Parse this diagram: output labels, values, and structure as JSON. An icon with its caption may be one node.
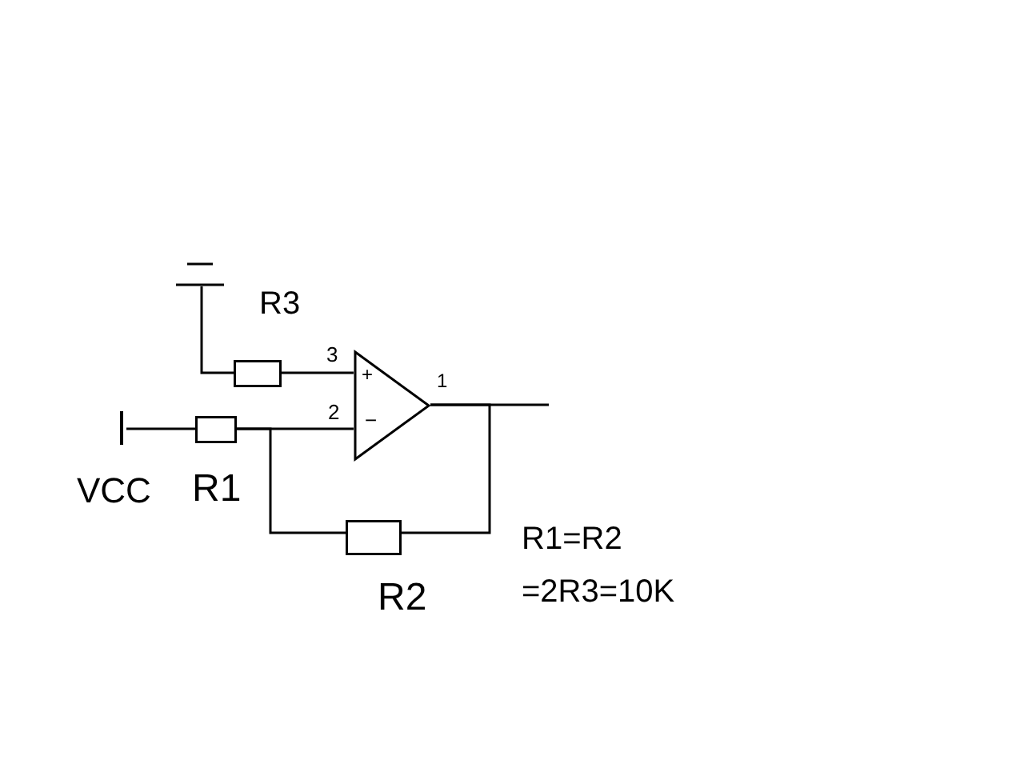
{
  "diagram": {
    "nodes": [
      {
        "text": [],
        "shape": "bar"
      },
      {
        "text": [],
        "shape": "box",
        "beside": [
          "R3"
        ]
      },
      {
        "text": [],
        "shape": "bar",
        "beside": [
          "VCC"
        ]
      },
      {
        "text": [],
        "shape": "box",
        "beside": [
          "R1"
        ]
      },
      {
        "text": [
          "+",
          "−"
        ],
        "beside": [
          "3",
          "2",
          "1"
        ]
      },
      {
        "text": [],
        "shape": "box",
        "beside": [
          "R2"
        ]
      }
    ],
    "edges": [
      {
        "from": 0,
        "to": 1,
        "arrow": "none"
      },
      {
        "from": 1,
        "to": 4,
        "arrow": "none"
      },
      {
        "from": 2,
        "to": 3,
        "arrow": "none"
      },
      {
        "from": 3,
        "to": 4,
        "arrow": "none"
      },
      {
        "from": 3,
        "to": 5,
        "arrow": "none"
      },
      {
        "from": 5,
        "to": 4,
        "arrow": "none"
      },
      {
        "from": 4,
        "to": null,
        "arrow": "none"
      }
    ],
    "labels": [
      "R1=R2",
      "=2R3=10K"
    ]
  }
}
